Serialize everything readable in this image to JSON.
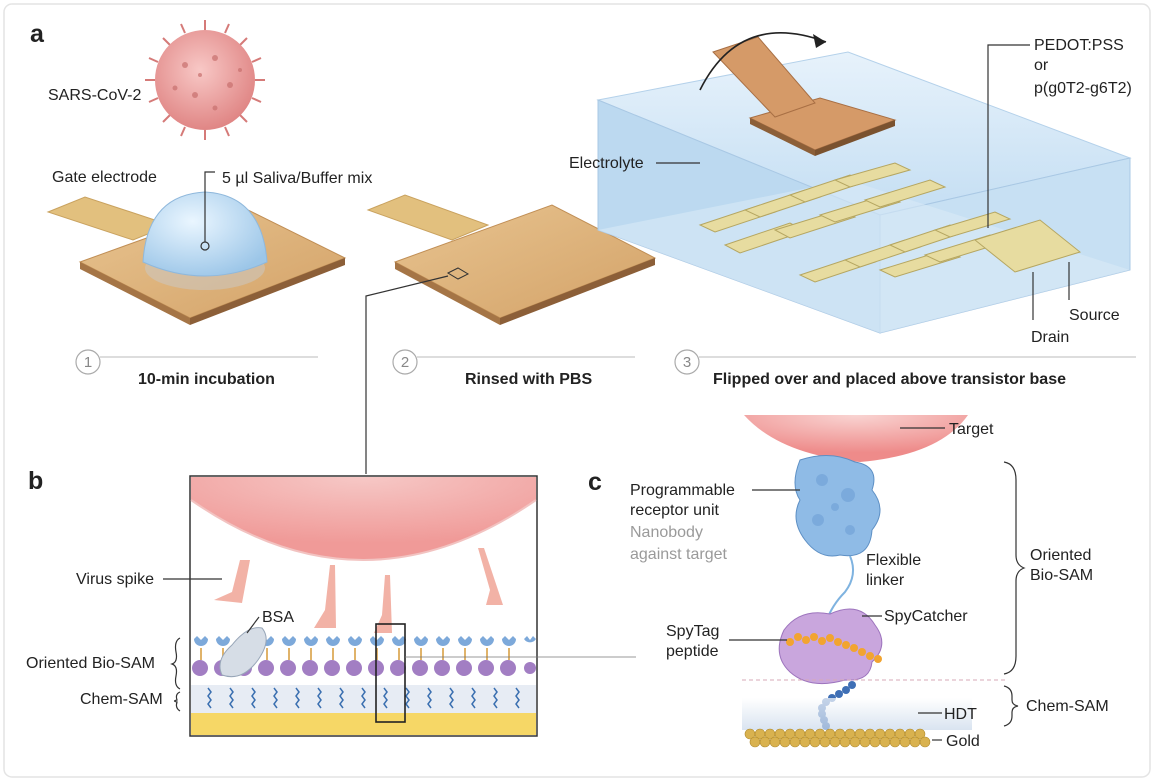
{
  "panels": {
    "a": "a",
    "b": "b",
    "c": "c"
  },
  "panel_a": {
    "virus_label": "SARS-CoV-2",
    "gate_label": "Gate electrode",
    "drop_label": "5 µl Saliva/Buffer mix",
    "electrolyte_label": "Electrolyte",
    "channel_label_1": "PEDOT:PSS",
    "channel_label_2": "or",
    "channel_label_3": "p(g0T2-g6T2)",
    "drain_label": "Drain",
    "source_label": "Source",
    "steps": [
      {
        "num": "1",
        "text": "10-min incubation"
      },
      {
        "num": "2",
        "text": "Rinsed with PBS"
      },
      {
        "num": "3",
        "text": "Flipped over and placed above transistor base"
      }
    ]
  },
  "panel_b": {
    "virus_spike": "Virus spike",
    "bsa": "BSA",
    "oriented_biosam": "Oriented Bio-SAM",
    "chem_sam": "Chem-SAM"
  },
  "panel_c": {
    "target": "Target",
    "receptor_1": "Programmable",
    "receptor_2": "receptor unit",
    "nanobody_1": "Nanobody",
    "nanobody_2": "against target",
    "linker_1": "Flexible",
    "linker_2": "linker",
    "spycatcher": "SpyCatcher",
    "spytag_1": "SpyTag",
    "spytag_2": "peptide",
    "oriented_1": "Oriented",
    "oriented_2": "Bio-SAM",
    "chem_sam": "Chem-SAM",
    "hdt": "HDT",
    "gold": "Gold"
  },
  "colors": {
    "gold_pad": "#d9b07a",
    "electrode_strip": "#e8cf86",
    "virus": "#e89a98",
    "electrolyte": "#cfe5f5",
    "receptor_blue": "#8fbbe6",
    "spycatcher_purple": "#c9a6dd",
    "spytag_orange": "#f2a430",
    "chem_sam_blue": "#3a6fb0"
  }
}
